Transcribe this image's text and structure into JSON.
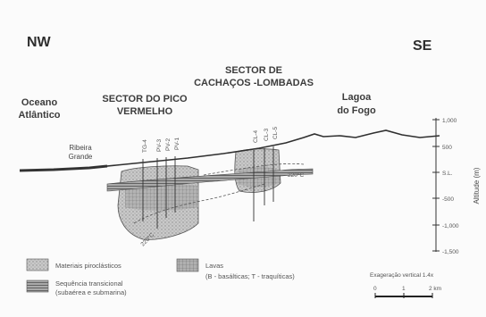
{
  "directions": {
    "left": "NW",
    "right": "SE"
  },
  "places": {
    "ocean_line1": "Oceano",
    "ocean_line2": "Atlântico",
    "ribeira_line1": "Ribeira",
    "ribeira_line2": "Grande",
    "lagoa_line1": "Lagoa",
    "lagoa_line2": "do Fogo"
  },
  "sectors": {
    "pico_line1": "SECTOR DO PICO",
    "pico_line2": "VERMELHO",
    "cachacos_line1": "SECTOR DE",
    "cachacos_line2": "CACHAÇOS -LOMBADAS"
  },
  "wells": {
    "pico": [
      "TG-4",
      "PV-3",
      "PV-2",
      "PV-1"
    ],
    "cachacos": [
      "CL-4",
      "CL-3",
      "CL-5"
    ]
  },
  "isotherms": [
    "220°C",
    "220°C"
  ],
  "axis": {
    "ticks": [
      "1,000",
      "500",
      "S.L.",
      "-500",
      "-1,000",
      "-1,500"
    ],
    "label": "Altitude (m)"
  },
  "legend": {
    "item1": "Materiais piroclásticos",
    "item2_line1": "Sequência transicional",
    "item2_line2": "(subaérea e submarina)",
    "item3_line1": "Lavas",
    "item3_line2": "(B - basálticas; T - traquíticas)"
  },
  "scale": {
    "title": "Exageração vertical 1.4x",
    "ticks": [
      "0",
      "1",
      "2 km"
    ]
  }
}
